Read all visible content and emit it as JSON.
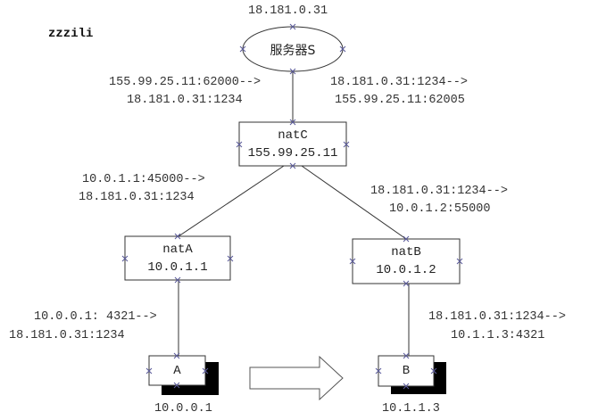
{
  "watermark": "zzzili",
  "server": {
    "ip": "18.181.0.31",
    "label": "服务器S"
  },
  "natC": {
    "name": "natC",
    "ip": "155.99.25.11"
  },
  "natA": {
    "name": "natA",
    "ip": "10.0.1.1"
  },
  "natB": {
    "name": "natB",
    "ip": "10.0.1.2"
  },
  "hostA": {
    "name": "A",
    "ip": "10.0.0.1"
  },
  "hostB": {
    "name": "B",
    "ip": "10.1.1.3"
  },
  "mappings": {
    "natC_to_server": {
      "line1": "155.99.25.11:62000-->",
      "line2": "18.181.0.31:1234"
    },
    "server_to_natC": {
      "line1": "18.181.0.31:1234-->",
      "line2": "155.99.25.11:62005"
    },
    "natA_to_natC": {
      "line1": "10.0.1.1:45000-->",
      "line2": "18.181.0.31:1234"
    },
    "natC_to_natB": {
      "line1": "18.181.0.31:1234-->",
      "line2": "10.0.1.2:55000"
    },
    "hostA_to_natA": {
      "line1": "10.0.0.1: 4321-->",
      "line2": "18.181.0.31:1234"
    },
    "natB_to_hostB": {
      "line1": "18.181.0.31:1234-->",
      "line2": "10.1.1.3:4321"
    }
  }
}
